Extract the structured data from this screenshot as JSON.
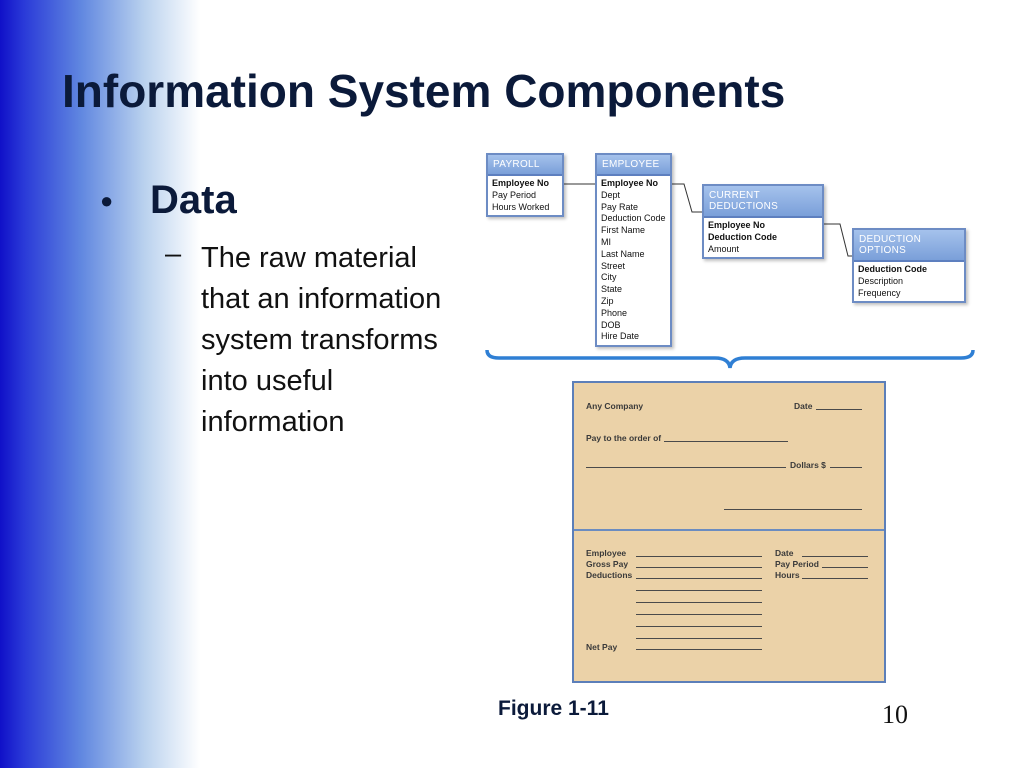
{
  "slide": {
    "title": "Information System Components",
    "bullet": "Data",
    "sub_bullet": "The raw material that an information system transforms into useful information",
    "figure_caption": "Figure 1-11",
    "slide_number": "10"
  },
  "tables": {
    "payroll": {
      "name": "PAYROLL",
      "fields": [
        "Employee No",
        "Pay Period",
        "Hours Worked"
      ]
    },
    "employee": {
      "name": "EMPLOYEE",
      "fields": [
        "Employee No",
        "Dept",
        "Pay Rate",
        "Deduction Code",
        "First Name",
        "MI",
        "Last Name",
        "Street",
        "City",
        "State",
        "Zip",
        "Phone",
        "DOB",
        "Hire Date"
      ]
    },
    "current_deductions": {
      "name": "CURRENT DEDUCTIONS",
      "fields": [
        "Employee No",
        "Deduction Code",
        "Amount"
      ]
    },
    "deduction_options": {
      "name": "DEDUCTION OPTIONS",
      "fields": [
        "Deduction Code",
        "Description",
        "Frequency"
      ]
    }
  },
  "check": {
    "company": "Any Company",
    "date": "Date",
    "pay_to": "Pay to the order of",
    "dollars": "Dollars $",
    "employee": "Employee",
    "gross_pay": "Gross Pay",
    "deductions": "Deductions",
    "net_pay": "Net Pay",
    "stub_date": "Date",
    "pay_period": "Pay Period",
    "hours": "Hours"
  },
  "colors": {
    "title": "#0b1a3a",
    "table_header": "#7a9fd9",
    "check_background": "#ebd2a8"
  }
}
